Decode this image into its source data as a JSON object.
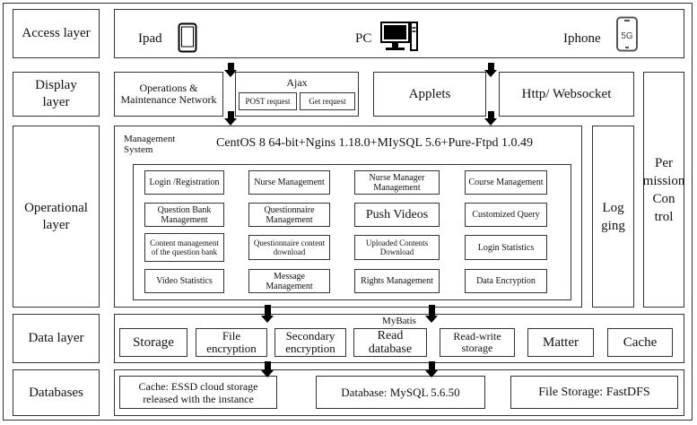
{
  "layers": {
    "access": "Access layer",
    "display": "Display layer",
    "operational": "Operational layer",
    "data": "Data layer",
    "databases": "Databases"
  },
  "access": {
    "ipad": "Ipad",
    "pc": "PC",
    "iphone": "Iphone",
    "iphone_icon_text": "5G",
    "icons": [
      "tablet-icon",
      "desktop-computer-icon",
      "smartphone-5g-icon"
    ]
  },
  "display": {
    "ops_network": "Operations & Maintenance Network",
    "ajax": "Ajax",
    "post_request": "POST request",
    "get_request": "Get request",
    "applets": "Applets",
    "http_websocket": "Http/ Websocket"
  },
  "operational": {
    "management_system": "Management System",
    "stack": "CentOS 8 64-bit+Ngins 1.18.0+MIySQL 5.6+Pure-Ftpd 1.0.49",
    "modules": [
      "Login /Registration",
      "Nurse Management",
      "Nurse Manager Management",
      "Course Management",
      "Question Bank Management",
      "Questionnaire Management",
      "Push Videos",
      "Customized Query",
      "Content management of the question bank",
      "Questionnaire content download",
      "Uploaded Contents Download",
      "Login Statistics",
      "Video Statistics",
      "Message Management",
      "Rights Management",
      "Data Encryption"
    ],
    "logging": "Log ging",
    "permission": "Per mission Con trol"
  },
  "data_layer": {
    "mybatis": "MyBatis",
    "items": [
      "Storage",
      "File encryption",
      "Secondary encryption",
      "Read database",
      "Read-write storage",
      "Matter",
      "Cache"
    ]
  },
  "databases": {
    "cache": "Cache: ESSD cloud storage released with the instance",
    "mysql": "Database: MySQL 5.6.50",
    "file_storage": "File Storage: FastDFS"
  }
}
